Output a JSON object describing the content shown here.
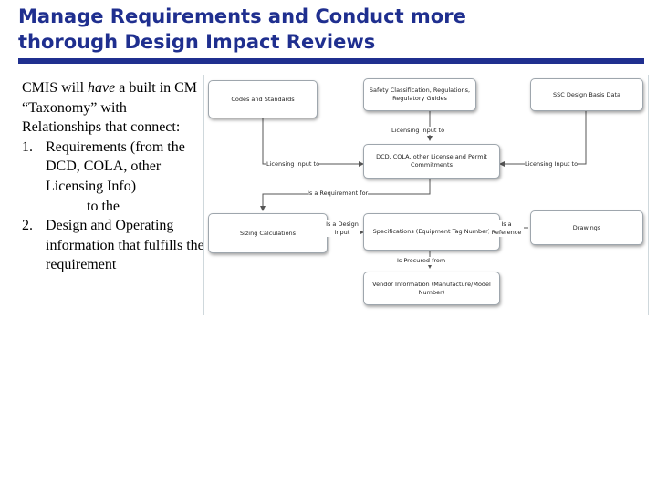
{
  "title": {
    "line1": "Manage Requirements and Conduct more",
    "line2": "thorough Design Impact Reviews"
  },
  "body": {
    "intro_pre": "CMIS will ",
    "intro_em": "have",
    "intro_post": " a built in CM “Taxonomy” with Relationships that connect:",
    "items": [
      {
        "num": "1.",
        "text": "Requirements (from the DCD, COLA, other Licensing Info)",
        "tail": "to the"
      },
      {
        "num": "2.",
        "text": "Design and Operating information that fulfills the requirement"
      }
    ]
  },
  "diagram": {
    "boxes": {
      "codes": "Codes and Standards",
      "safety": "Safety Classification, Regulations, Regulatory Guides",
      "ssc": "SSC Design Basis Data",
      "dcd": "DCD, COLA, other License and Permit Commitments",
      "sizing": "Sizing Calculations",
      "specs": "Specifications (Equipment Tag Number)",
      "drawings": "Drawings",
      "vendor": "Vendor Information (Manufacture/Model Number)"
    },
    "labels": {
      "licensing_top": "Licensing Input to",
      "licensing_left": "Licensing Input to",
      "licensing_right": "Licensing Input to",
      "is_requirement": "Is a Requirement for",
      "is_design_input": "Is a Design input",
      "is_reference": "Is a Reference",
      "procured_from": "Is Procured from"
    }
  }
}
